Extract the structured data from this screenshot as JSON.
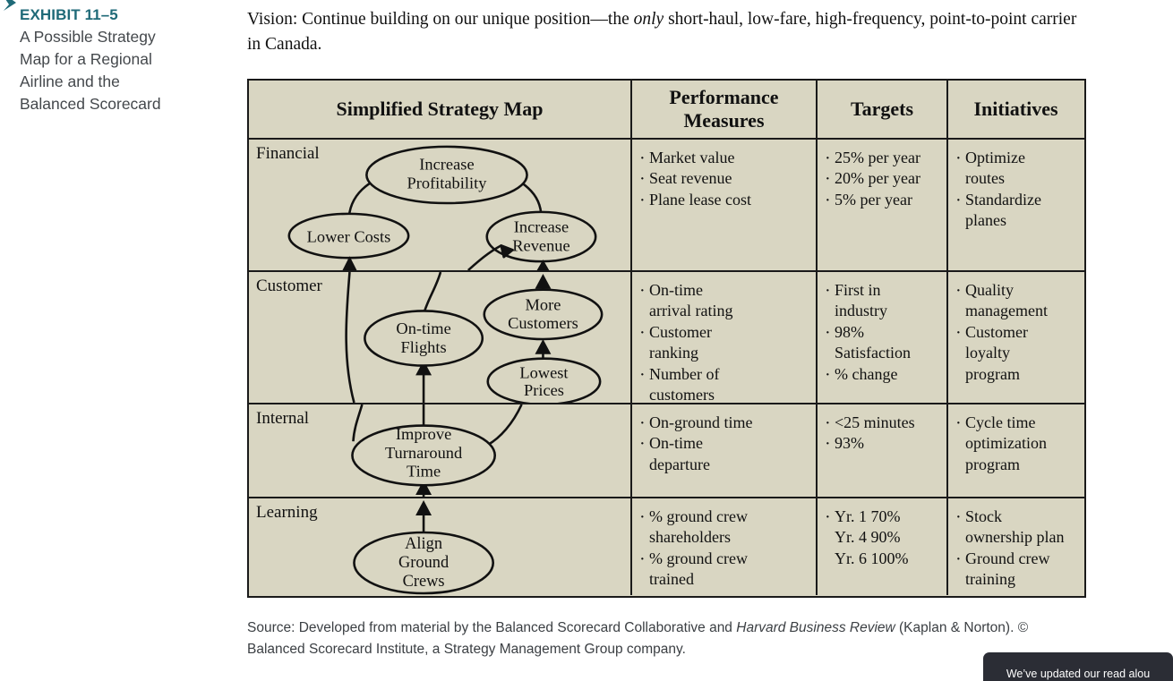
{
  "nav": {
    "back_icon": "chevron-left-icon"
  },
  "caption": {
    "exhibit_number": "EXHIBIT 11–5",
    "title_line1": "A Possible Strategy",
    "title_line2": "Map for a Regional",
    "title_line3": "Airline and the",
    "title_line4": "Balanced Scorecard"
  },
  "vision": {
    "part1": "Vision: Continue building on our unique position—the ",
    "emphasis": "only",
    "part2": " short-haul, low-fare, high-frequency, point-to-point carrier in Canada."
  },
  "table": {
    "headers": {
      "map": "Simplified Strategy Map",
      "measures_line1": "Performance",
      "measures_line2": "Measures",
      "targets": "Targets",
      "initiatives": "Initiatives"
    },
    "rows": [
      {
        "perspective": "Financial",
        "nodes": [
          {
            "id": "increase-profitability",
            "line1": "Increase",
            "line2": "Profitability"
          },
          {
            "id": "lower-costs",
            "line1": "Lower Costs",
            "line2": ""
          },
          {
            "id": "increase-revenue",
            "line1": "Increase",
            "line2": "Revenue"
          }
        ],
        "measures": [
          "Market value",
          "Seat revenue",
          "Plane lease cost"
        ],
        "targets": [
          "25% per year",
          "20% per year",
          "5% per year"
        ],
        "initiatives": [
          {
            "bullet": true,
            "text": "Optimize"
          },
          {
            "bullet": false,
            "text": "routes"
          },
          {
            "bullet": true,
            "text": "Standardize"
          },
          {
            "bullet": false,
            "text": "planes"
          }
        ]
      },
      {
        "perspective": "Customer",
        "nodes": [
          {
            "id": "on-time-flights",
            "line1": "On-time",
            "line2": "Flights"
          },
          {
            "id": "more-customers",
            "line1": "More",
            "line2": "Customers"
          },
          {
            "id": "lowest-prices",
            "line1": "Lowest",
            "line2": "Prices"
          }
        ],
        "measures": [
          {
            "bullet": true,
            "text": "On-time"
          },
          {
            "bullet": false,
            "text": "arrival rating"
          },
          {
            "bullet": true,
            "text": "Customer"
          },
          {
            "bullet": false,
            "text": "ranking"
          },
          {
            "bullet": true,
            "text": "Number of"
          },
          {
            "bullet": false,
            "text": "customers"
          }
        ],
        "targets": [
          {
            "bullet": true,
            "text": "First in"
          },
          {
            "bullet": false,
            "text": "industry"
          },
          {
            "bullet": true,
            "text": "98%"
          },
          {
            "bullet": false,
            "text": "Satisfaction"
          },
          {
            "bullet": true,
            "text": "% change"
          }
        ],
        "initiatives": [
          {
            "bullet": true,
            "text": "Quality"
          },
          {
            "bullet": false,
            "text": "management"
          },
          {
            "bullet": true,
            "text": "Customer"
          },
          {
            "bullet": false,
            "text": "loyalty"
          },
          {
            "bullet": false,
            "text": "program"
          }
        ]
      },
      {
        "perspective": "Internal",
        "nodes": [
          {
            "id": "improve-turnaround-time",
            "line1": "Improve",
            "line2": "Turnaround",
            "line3": "Time"
          }
        ],
        "measures": [
          {
            "bullet": true,
            "text": "On-ground time"
          },
          {
            "bullet": true,
            "text": "On-time"
          },
          {
            "bullet": false,
            "text": "departure"
          }
        ],
        "targets": [
          {
            "bullet": true,
            "text": "<25 minutes"
          },
          {
            "bullet": true,
            "text": "93%"
          }
        ],
        "initiatives": [
          {
            "bullet": true,
            "text": "Cycle time"
          },
          {
            "bullet": false,
            "text": "optimization"
          },
          {
            "bullet": false,
            "text": "program"
          }
        ]
      },
      {
        "perspective": "Learning",
        "nodes": [
          {
            "id": "align-ground-crews",
            "line1": "Align",
            "line2": "Ground",
            "line3": "Crews"
          }
        ],
        "measures": [
          {
            "bullet": true,
            "text": "% ground crew"
          },
          {
            "bullet": false,
            "text": "shareholders"
          },
          {
            "bullet": true,
            "text": "% ground crew"
          },
          {
            "bullet": false,
            "text": "trained"
          }
        ],
        "targets": [
          {
            "bullet": true,
            "text": "Yr. 1 70%"
          },
          {
            "bullet": false,
            "text": "Yr. 4 90%"
          },
          {
            "bullet": false,
            "text": "Yr. 6 100%"
          }
        ],
        "initiatives": [
          {
            "bullet": true,
            "text": "Stock"
          },
          {
            "bullet": false,
            "text": "ownership plan"
          },
          {
            "bullet": true,
            "text": "Ground crew"
          },
          {
            "bullet": false,
            "text": "training"
          }
        ]
      }
    ]
  },
  "source": {
    "part1": "Source: Developed from material by the Balanced Scorecard Collaborative and ",
    "emphasis": "Harvard Business Review",
    "part2": " (Kaplan & Norton). © Balanced Scorecard Institute, a Strategy Management Group company."
  },
  "toast": {
    "message": "We’ve updated our read alou"
  },
  "colors": {
    "accent_teal": "#1f6a78",
    "caption_gray": "#44484c",
    "table_fill": "#d9d6c2",
    "rule": "#1a1a1a",
    "toast_bg": "#2b2d35"
  }
}
